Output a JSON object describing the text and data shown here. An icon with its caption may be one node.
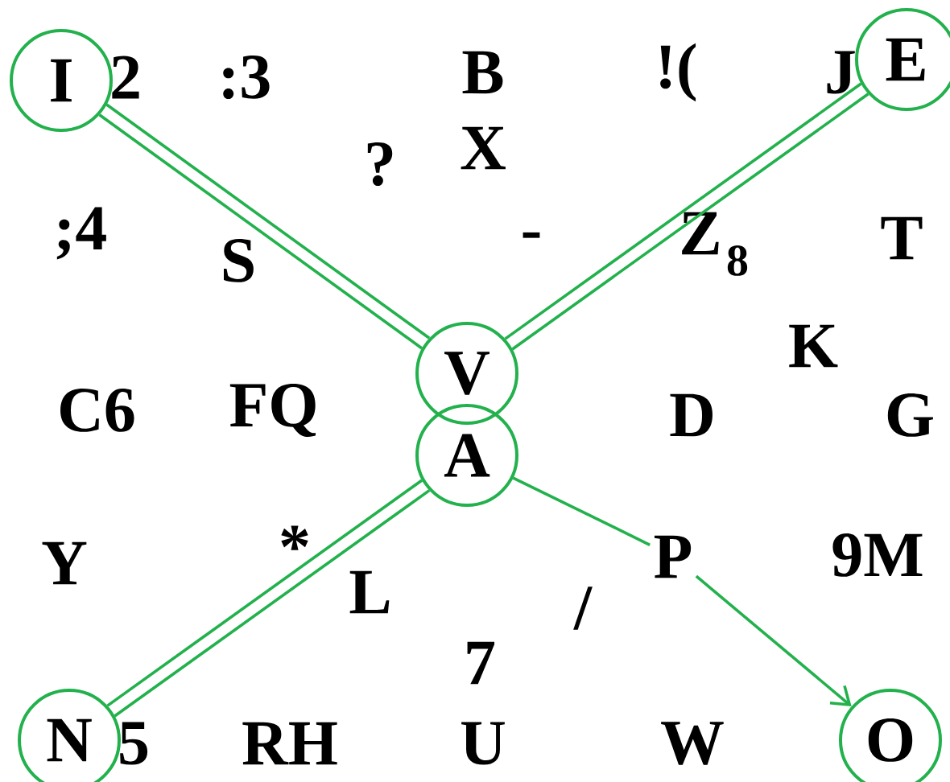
{
  "diagram": {
    "nodes": [
      {
        "text": [
          "I"
        ]
      },
      {
        "text": [
          "E"
        ]
      },
      {
        "text": [
          "V"
        ]
      },
      {
        "text": [
          "A"
        ]
      },
      {
        "text": [
          "P"
        ]
      },
      {
        "text": [
          "N"
        ]
      },
      {
        "text": [
          "O"
        ]
      }
    ],
    "edges": [
      {
        "from": 0,
        "to": 2,
        "arrow": "none"
      },
      {
        "from": 0,
        "to": 2,
        "arrow": "none"
      },
      {
        "from": 2,
        "to": 1,
        "arrow": "none"
      },
      {
        "from": 2,
        "to": 1,
        "arrow": "none"
      },
      {
        "from": 3,
        "to": 5,
        "arrow": "none"
      },
      {
        "from": 3,
        "to": 5,
        "arrow": "none"
      },
      {
        "from": 3,
        "to": 4,
        "arrow": "none"
      },
      {
        "from": 4,
        "to": 6,
        "arrow": "to"
      }
    ],
    "labels": [
      "2",
      ":3",
      "B",
      "!(",
      "J",
      "?",
      "X",
      ";4",
      "S",
      "-",
      "Z",
      "8",
      "T",
      "K",
      "C6",
      "FQ",
      "D",
      "G",
      "Y",
      "*",
      "L",
      "9M",
      "/",
      "7",
      "5",
      "RH",
      "U",
      "W"
    ]
  }
}
